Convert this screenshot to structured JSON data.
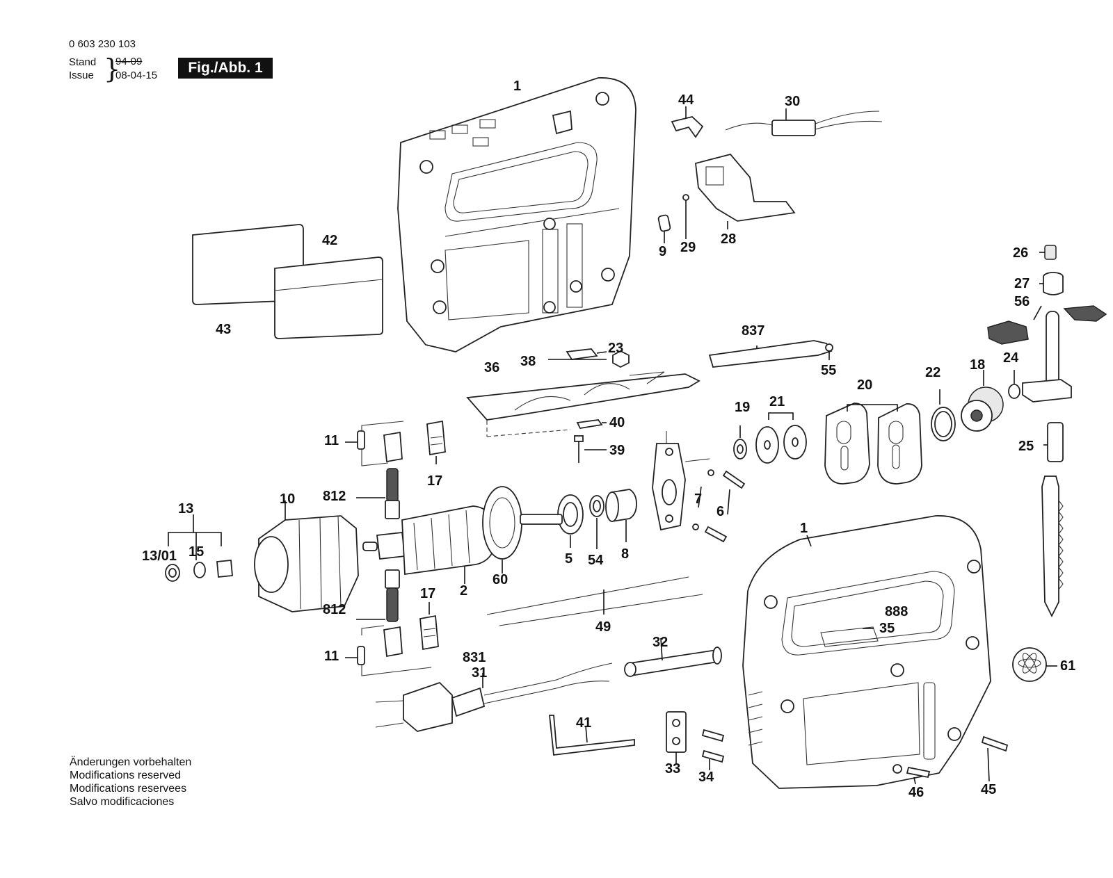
{
  "header": {
    "part_number": "0 603 230 103",
    "stand_label": "Stand",
    "stand_old": "94-09",
    "issue_label": "Issue",
    "issue_date": "08-04-15",
    "figure": "Fig./Abb. 1"
  },
  "notes": [
    "Änderungen vorbehalten",
    "Modifications reserved",
    "Modifications reservees",
    "Salvo modificaciones"
  ],
  "labels": {
    "l1a": "1",
    "l44": "44",
    "l30": "30",
    "l9": "9",
    "l29": "29",
    "l28": "28",
    "l42": "42",
    "l43": "43",
    "l38": "38",
    "l23": "23",
    "l837": "837",
    "l55": "55",
    "l26": "26",
    "l27": "27",
    "l56": "56",
    "l24": "24",
    "l18": "18",
    "l22": "22",
    "l20": "20",
    "l21": "21",
    "l19": "19",
    "l36": "36",
    "l40": "40",
    "l39": "39",
    "l11a": "11",
    "l17a": "17",
    "l812a": "812",
    "l13": "13",
    "l10": "10",
    "l1301": "13/01",
    "l15": "15",
    "l2": "2",
    "l60": "60",
    "l5": "5",
    "l54": "54",
    "l8": "8",
    "l7": "7",
    "l6": "6",
    "l25": "25",
    "l1b": "1",
    "l888": "888",
    "l35": "35",
    "l49": "49",
    "l812b": "812",
    "l17b": "17",
    "l11b": "11",
    "l831": "831",
    "l31": "31",
    "l32": "32",
    "l61": "61",
    "l41": "41",
    "l33": "33",
    "l34": "34",
    "l46": "46",
    "l45": "45"
  }
}
